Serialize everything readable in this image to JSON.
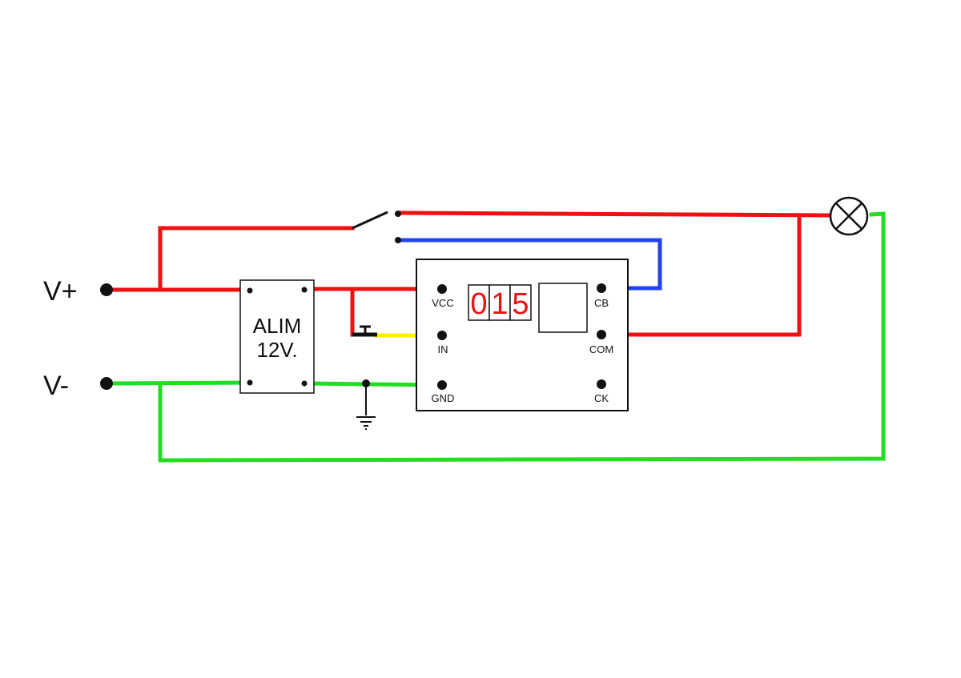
{
  "terminals": {
    "vplus_label": "V+",
    "vminus_label": "V-"
  },
  "power_supply": {
    "line1": "ALIM",
    "line2": "12V."
  },
  "module": {
    "display_digits": [
      "0",
      "1",
      "5"
    ],
    "pins": {
      "vcc": "VCC",
      "in": "IN",
      "gnd": "GND",
      "cb": "CB",
      "com": "COM",
      "ck": "CK"
    }
  },
  "colors": {
    "positive_wire": "#ee1111",
    "negative_wire": "#22dd22",
    "signal_wire": "#ffee00",
    "relay_wire": "#2244ee",
    "outline": "#111111",
    "digit": "#ee1111"
  },
  "icons": [
    "lamp-icon",
    "switch-icon",
    "ground-icon",
    "push-button-icon"
  ]
}
